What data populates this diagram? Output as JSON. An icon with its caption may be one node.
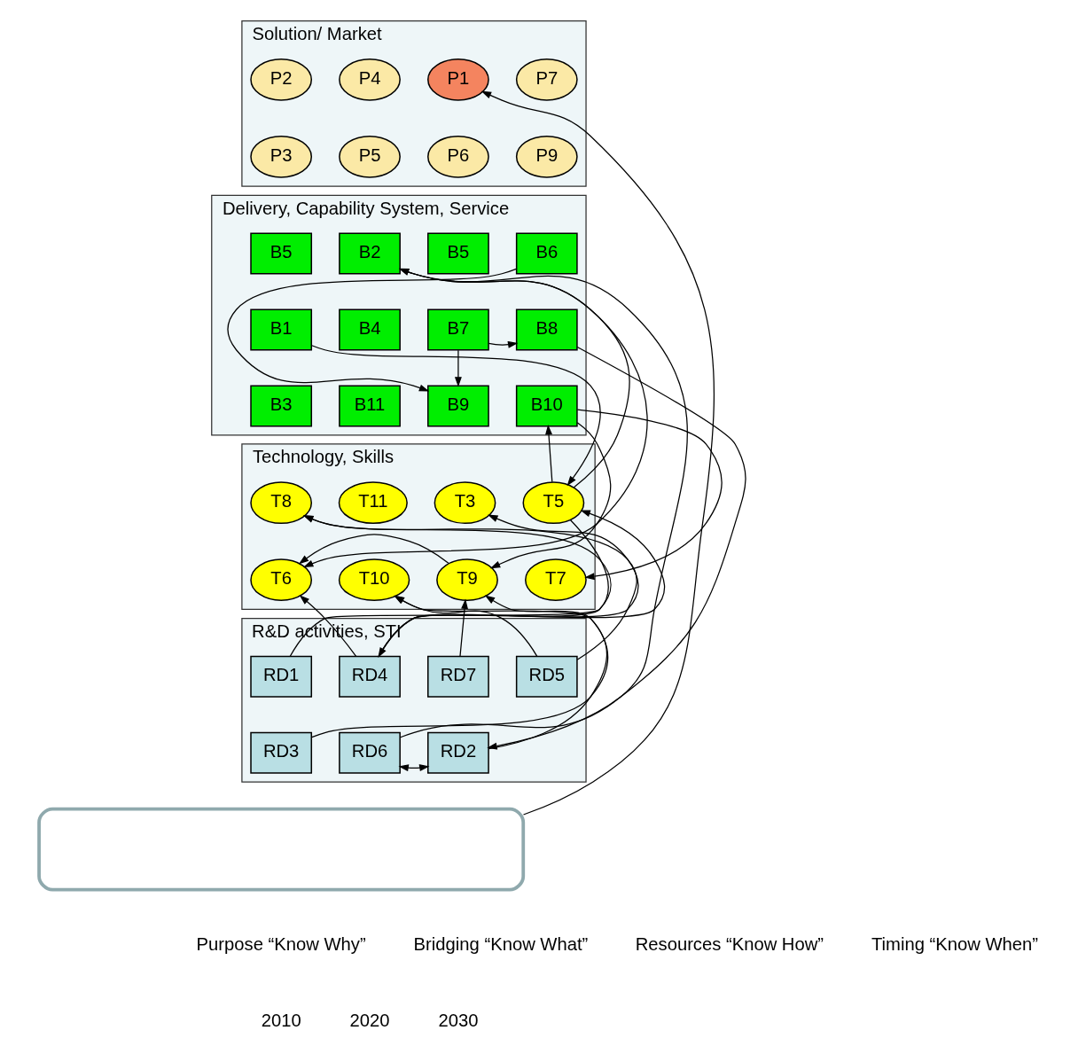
{
  "diagram": {
    "nodes": [
      {
        "text": [
          "Solution/ Market"
        ]
      },
      {
        "text": [
          "P2"
        ],
        "in": 0
      },
      {
        "text": [
          "P4"
        ],
        "in": 0
      },
      {
        "text": [
          "P1"
        ],
        "in": 0
      },
      {
        "text": [
          "P7"
        ],
        "in": 0
      },
      {
        "text": [
          "P3"
        ],
        "in": 0
      },
      {
        "text": [
          "P5"
        ],
        "in": 0
      },
      {
        "text": [
          "P6"
        ],
        "in": 0
      },
      {
        "text": [
          "P9"
        ],
        "in": 0
      },
      {
        "text": [
          "Delivery, Capability System, Service"
        ]
      },
      {
        "text": [
          "B5"
        ],
        "in": 9
      },
      {
        "text": [
          "B2"
        ],
        "in": 9
      },
      {
        "text": [
          "B5"
        ],
        "in": 9
      },
      {
        "text": [
          "B6"
        ],
        "in": 9
      },
      {
        "text": [
          "B1"
        ],
        "in": 9
      },
      {
        "text": [
          "B4"
        ],
        "in": 9
      },
      {
        "text": [
          "B7"
        ],
        "in": 9
      },
      {
        "text": [
          "B8"
        ],
        "in": 9
      },
      {
        "text": [
          "B3"
        ],
        "in": 9
      },
      {
        "text": [
          "B11"
        ],
        "in": 9
      },
      {
        "text": [
          "B9"
        ],
        "in": 9
      },
      {
        "text": [
          "B10"
        ],
        "in": 9
      },
      {
        "text": [
          "Technology, Skills"
        ]
      },
      {
        "text": [
          "T8"
        ],
        "in": 22
      },
      {
        "text": [
          "T11"
        ],
        "in": 22
      },
      {
        "text": [
          "T3"
        ],
        "in": 22
      },
      {
        "text": [
          "T5"
        ],
        "in": 22
      },
      {
        "text": [
          "T6"
        ],
        "in": 22
      },
      {
        "text": [
          "T10"
        ],
        "in": 22
      },
      {
        "text": [
          "T9"
        ],
        "in": 22
      },
      {
        "text": [
          "T7"
        ],
        "in": 22
      },
      {
        "text": [
          "R&D activities, STI"
        ]
      },
      {
        "text": [
          "RD1"
        ],
        "in": 31
      },
      {
        "text": [
          "RD4"
        ],
        "in": 31
      },
      {
        "text": [
          "RD7"
        ],
        "in": 31
      },
      {
        "text": [
          "RD5"
        ],
        "in": 31
      },
      {
        "text": [
          "RD3"
        ],
        "in": 31
      },
      {
        "text": [
          "RD6"
        ],
        "in": 31
      },
      {
        "text": [
          "RD2"
        ],
        "in": 31
      },
      {
        "text": [],
        "shape": "box"
      }
    ],
    "edges": [
      {
        "from": 39,
        "to": 3,
        "arrow": "to"
      },
      {
        "from": 14,
        "to": 26,
        "arrow": "to"
      },
      {
        "from": 16,
        "to": 17,
        "arrow": "to"
      },
      {
        "from": 13,
        "to": 20,
        "arrow": "to"
      },
      {
        "from": 16,
        "to": 20,
        "arrow": "to"
      },
      {
        "from": 17,
        "to": 38,
        "arrow": "to"
      },
      {
        "from": 21,
        "to": 29,
        "arrow": "to"
      },
      {
        "from": 21,
        "to": 30,
        "arrow": "to"
      },
      {
        "from": 35,
        "to": 23,
        "arrow": "to"
      },
      {
        "from": 32,
        "to": 23,
        "arrow": "to"
      },
      {
        "from": 35,
        "to": 28,
        "arrow": "to"
      },
      {
        "from": 33,
        "to": 26,
        "arrow": "to"
      },
      {
        "from": 33,
        "to": 25,
        "arrow": "to"
      },
      {
        "from": 33,
        "to": 27,
        "arrow": "to"
      },
      {
        "from": 26,
        "to": 21,
        "arrow": "to"
      },
      {
        "from": 26,
        "to": 33,
        "arrow": "to"
      },
      {
        "from": 26,
        "to": 11,
        "arrow": "to"
      },
      {
        "from": 34,
        "to": 29,
        "arrow": "to"
      },
      {
        "from": 36,
        "to": 29,
        "arrow": "to"
      },
      {
        "from": 37,
        "to": 11,
        "arrow": "to"
      },
      {
        "from": 37,
        "to": 38,
        "arrow": "both"
      },
      {
        "from": 38,
        "to": 28,
        "arrow": "to"
      },
      {
        "from": 11,
        "to": 27,
        "arrow": "to"
      },
      {
        "from": 29,
        "to": 27,
        "arrow": "to"
      }
    ],
    "labels": [
      "Purpose “Know Why”",
      "Bridging “Know What”",
      "Resources “Know How”",
      "Timing “Know When”",
      "2010",
      "2020",
      "2030"
    ]
  }
}
